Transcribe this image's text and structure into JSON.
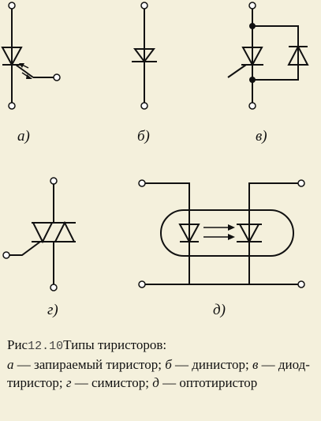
{
  "labels": {
    "a": "а)",
    "b": "б)",
    "v": "в)",
    "g": "г)",
    "d": "д)"
  },
  "caption": {
    "prefix": "Рис",
    "number": "12.10",
    "title": "Типы тиристоров:",
    "items": [
      {
        "letter": "а",
        "text": " — запираемый тиристор; "
      },
      {
        "letter": "б",
        "text": " — динистор;"
      },
      {
        "letter": "в",
        "text": " — диод-тиристор; "
      },
      {
        "letter": "г",
        "text": " — симистор; "
      },
      {
        "letter": "д",
        "text": " — оптотиристор"
      }
    ]
  },
  "colors": {
    "background": "#f4f0dc",
    "ink": "#111111",
    "terminal_fill": "#ffffff"
  }
}
